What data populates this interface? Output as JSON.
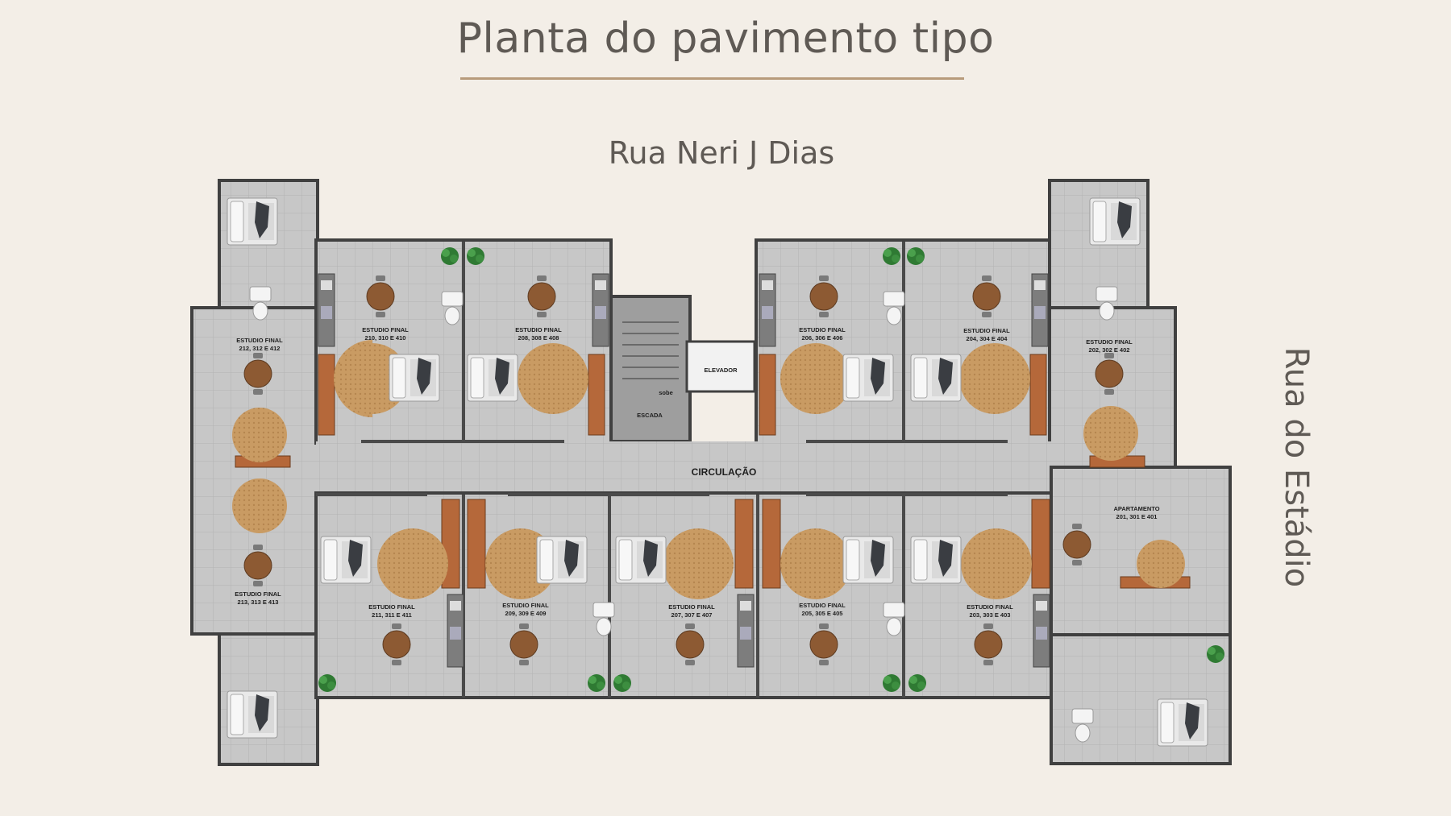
{
  "header": {
    "title": "Planta do pavimento tipo",
    "street_top": "Rua Neri J Dias",
    "street_right": "Rua do Estádio"
  },
  "common": {
    "circulation": "CIRCULAÇÃO",
    "elevator": "ELEVADOR",
    "stairs": "ESCADA",
    "stairs_up": "sobe"
  },
  "units": {
    "u212": {
      "l1": "ESTUDIO FINAL",
      "l2": "212, 312 E 412"
    },
    "u210": {
      "l1": "ESTUDIO FINAL",
      "l2": "210, 310 E 410"
    },
    "u208": {
      "l1": "ESTUDIO FINAL",
      "l2": "208, 308 E 408"
    },
    "u206": {
      "l1": "ESTUDIO FINAL",
      "l2": "206, 306 E 406"
    },
    "u204": {
      "l1": "ESTUDIO FINAL",
      "l2": "204, 304 E 404"
    },
    "u202": {
      "l1": "ESTUDIO FINAL",
      "l2": "202, 302 E 402"
    },
    "u213": {
      "l1": "ESTUDIO FINAL",
      "l2": "213, 313 E 413"
    },
    "u211": {
      "l1": "ESTUDIO FINAL",
      "l2": "211, 311 E 411"
    },
    "u209": {
      "l1": "ESTUDIO FINAL",
      "l2": "209, 309 E 409"
    },
    "u207": {
      "l1": "ESTUDIO FINAL",
      "l2": "207, 307 E 407"
    },
    "u205": {
      "l1": "ESTUDIO FINAL",
      "l2": "205, 305 E 405"
    },
    "u203": {
      "l1": "ESTUDIO FINAL",
      "l2": "203, 303 E 403"
    },
    "u201": {
      "l1": "APARTAMENTO",
      "l2": "201, 301 E 401"
    }
  },
  "colors": {
    "background": "#f3eee7",
    "floor": "#c9c9c9",
    "wall": "#4a4a4a",
    "wood": "#b5683a",
    "rug": "#c79a62",
    "accent_rule": "#b79b7b"
  }
}
